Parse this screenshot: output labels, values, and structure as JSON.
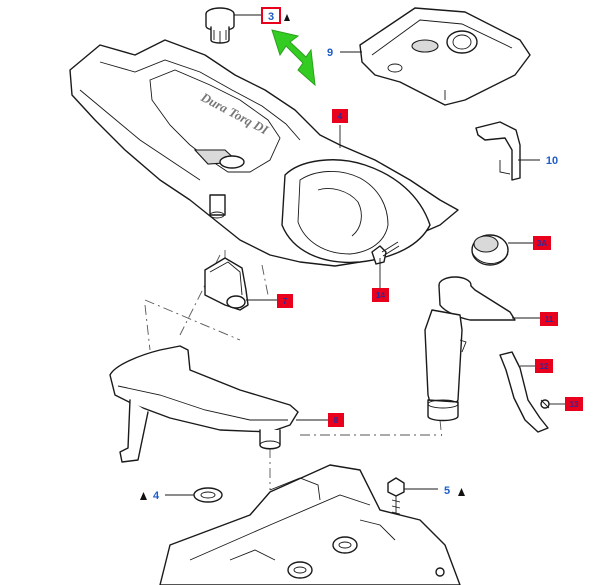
{
  "emboss_text": "Dura Torq DI",
  "callouts": {
    "c3": "3",
    "c9": "9",
    "c4_top": "4",
    "c10": "10",
    "c3a": "3A",
    "c14": "14",
    "c7": "7",
    "c11": "11",
    "c12": "12",
    "c13": "13",
    "c8": "8",
    "c4_bottom": "4",
    "c5": "5"
  },
  "colors": {
    "arrow": "#33cc22",
    "label_fill": "#e8001c",
    "highlight_box": "#e8001c",
    "blue_label": "#1e5cc8"
  }
}
